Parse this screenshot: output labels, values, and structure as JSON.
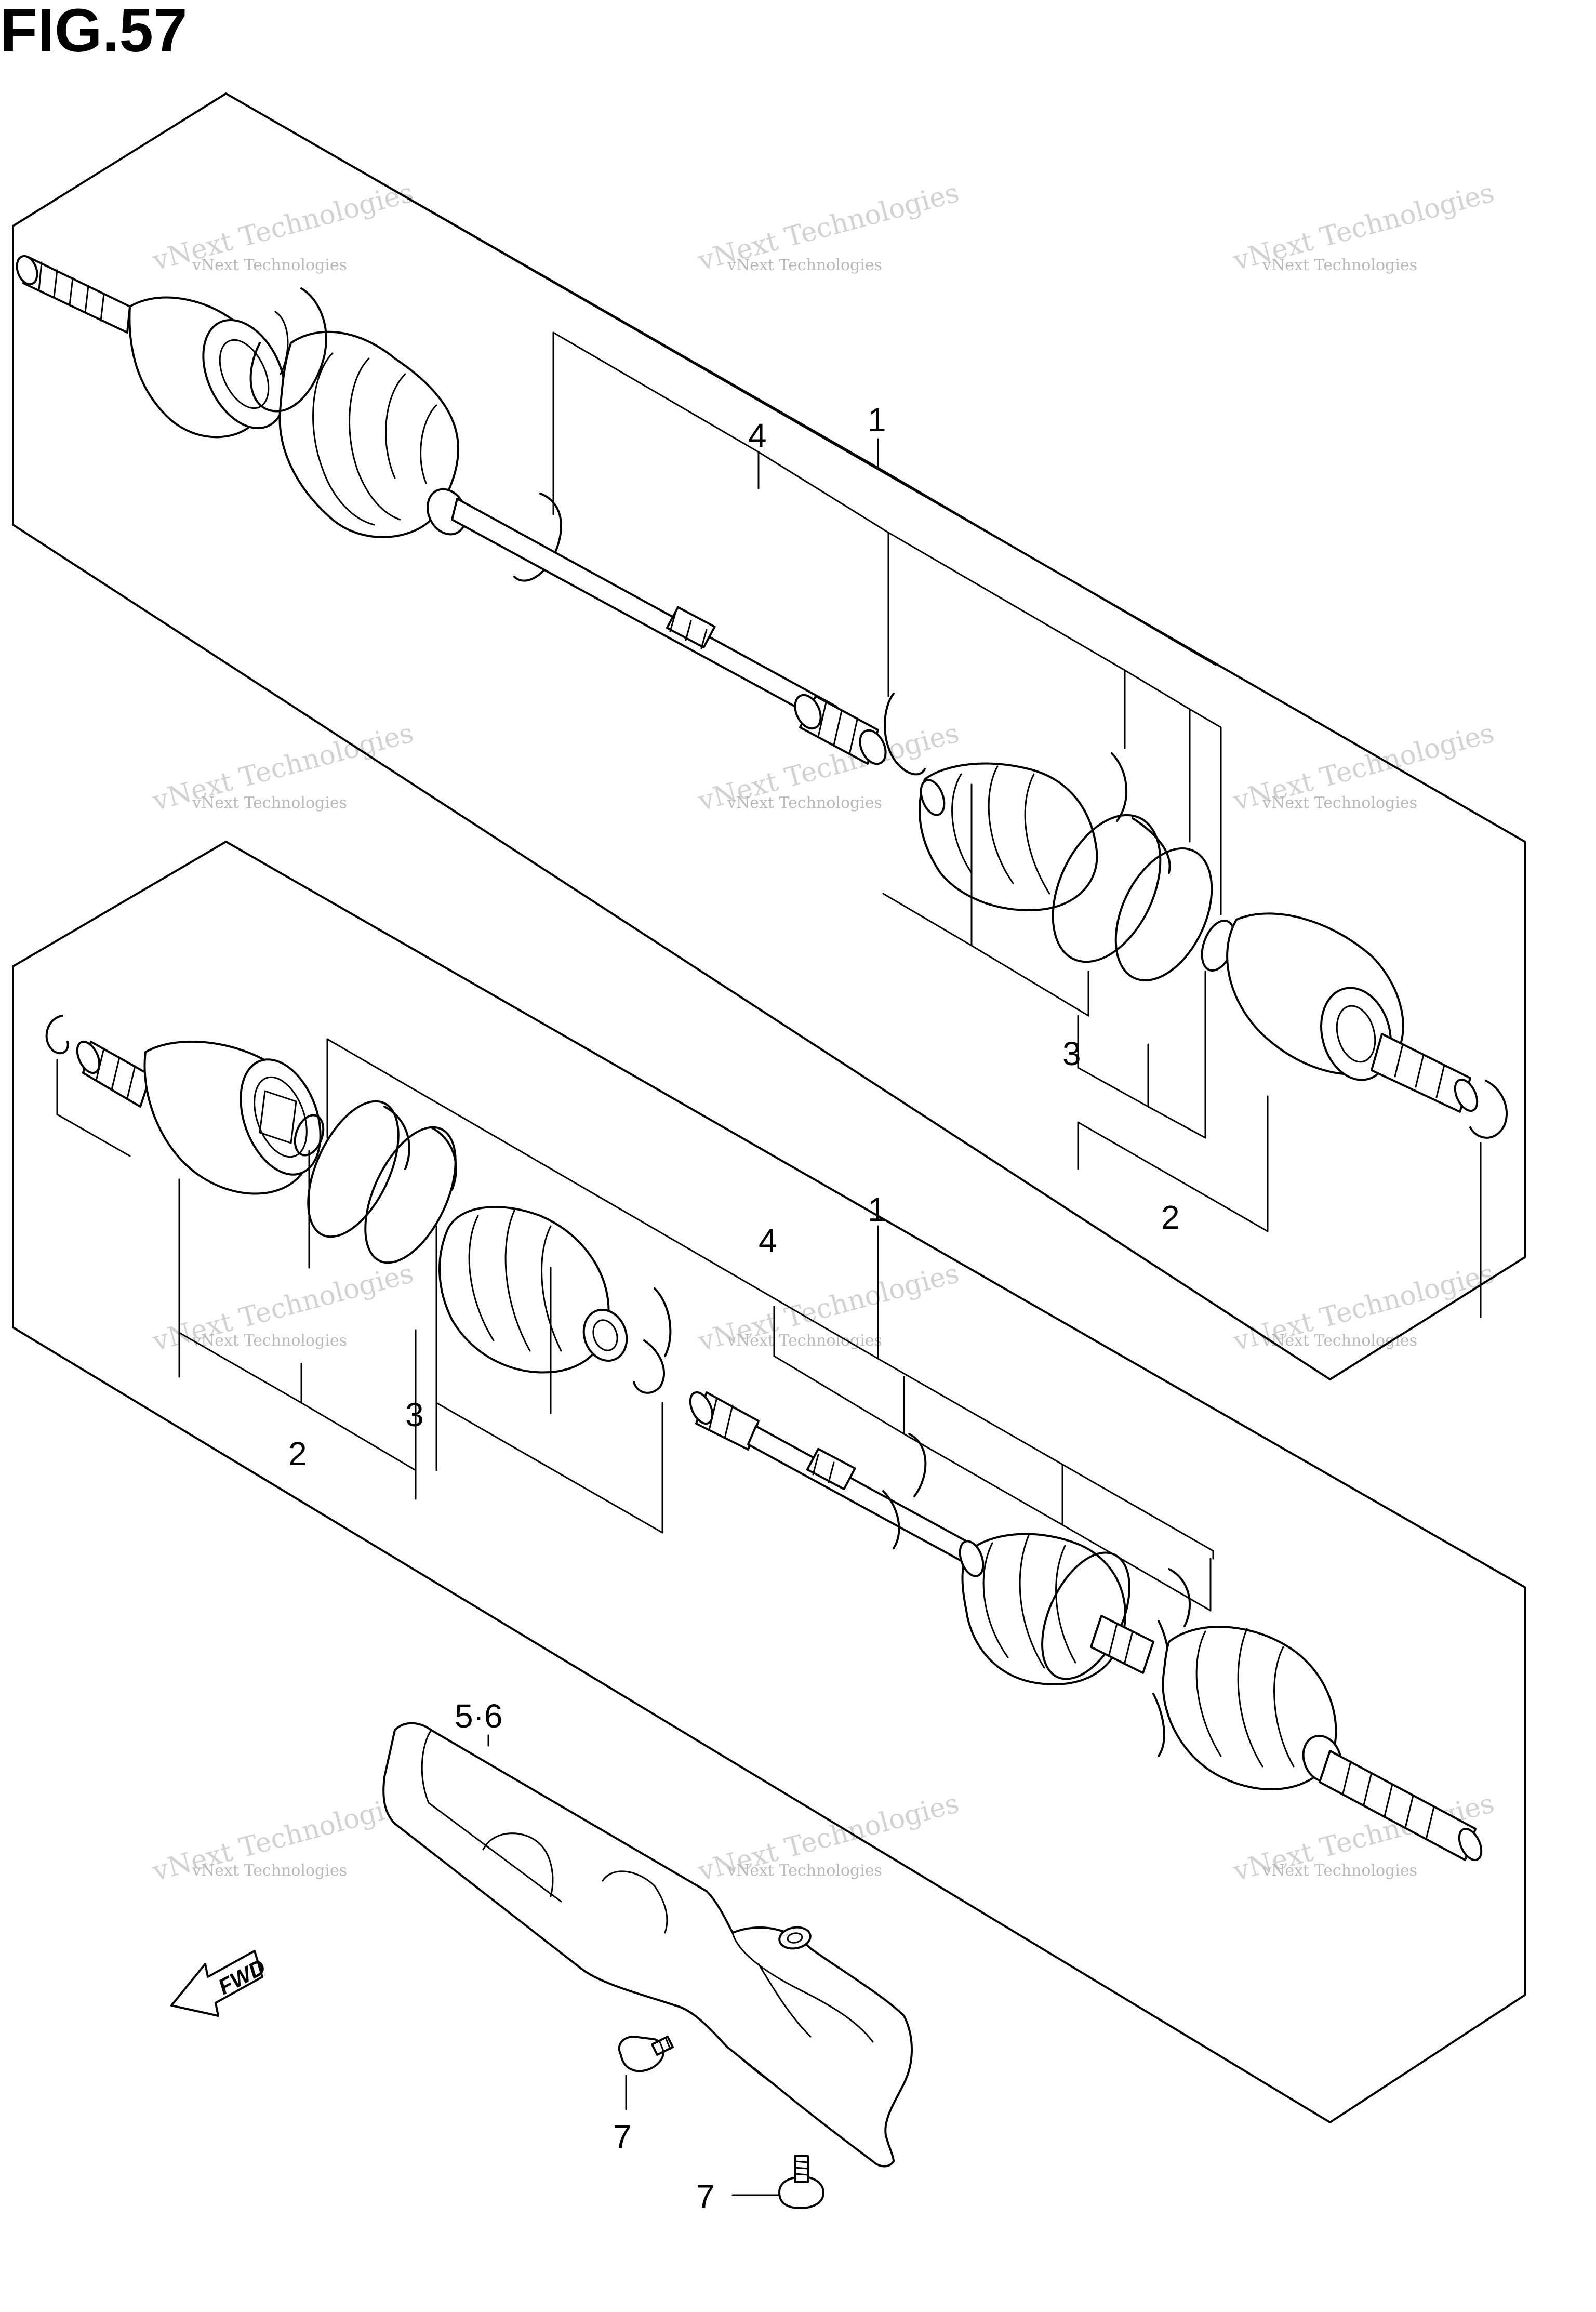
{
  "figure_title": "FIG.57",
  "callouts": {
    "upper_assembly": "1",
    "upper_shaft": "4",
    "upper_boot_kit": "3",
    "upper_band": "2",
    "lower_assembly": "1",
    "lower_shaft": "4",
    "lower_band": "2",
    "lower_boot_kit": "3",
    "cover": "5·6",
    "bolt_a": "7",
    "bolt_b": "7"
  },
  "direction_marker": "FWD",
  "watermark": {
    "line1": "vNext Technologies",
    "line2": "vNext Technologies"
  },
  "colors": {
    "line": "#000000",
    "background": "#ffffff",
    "watermark": "#c8c8c8"
  }
}
